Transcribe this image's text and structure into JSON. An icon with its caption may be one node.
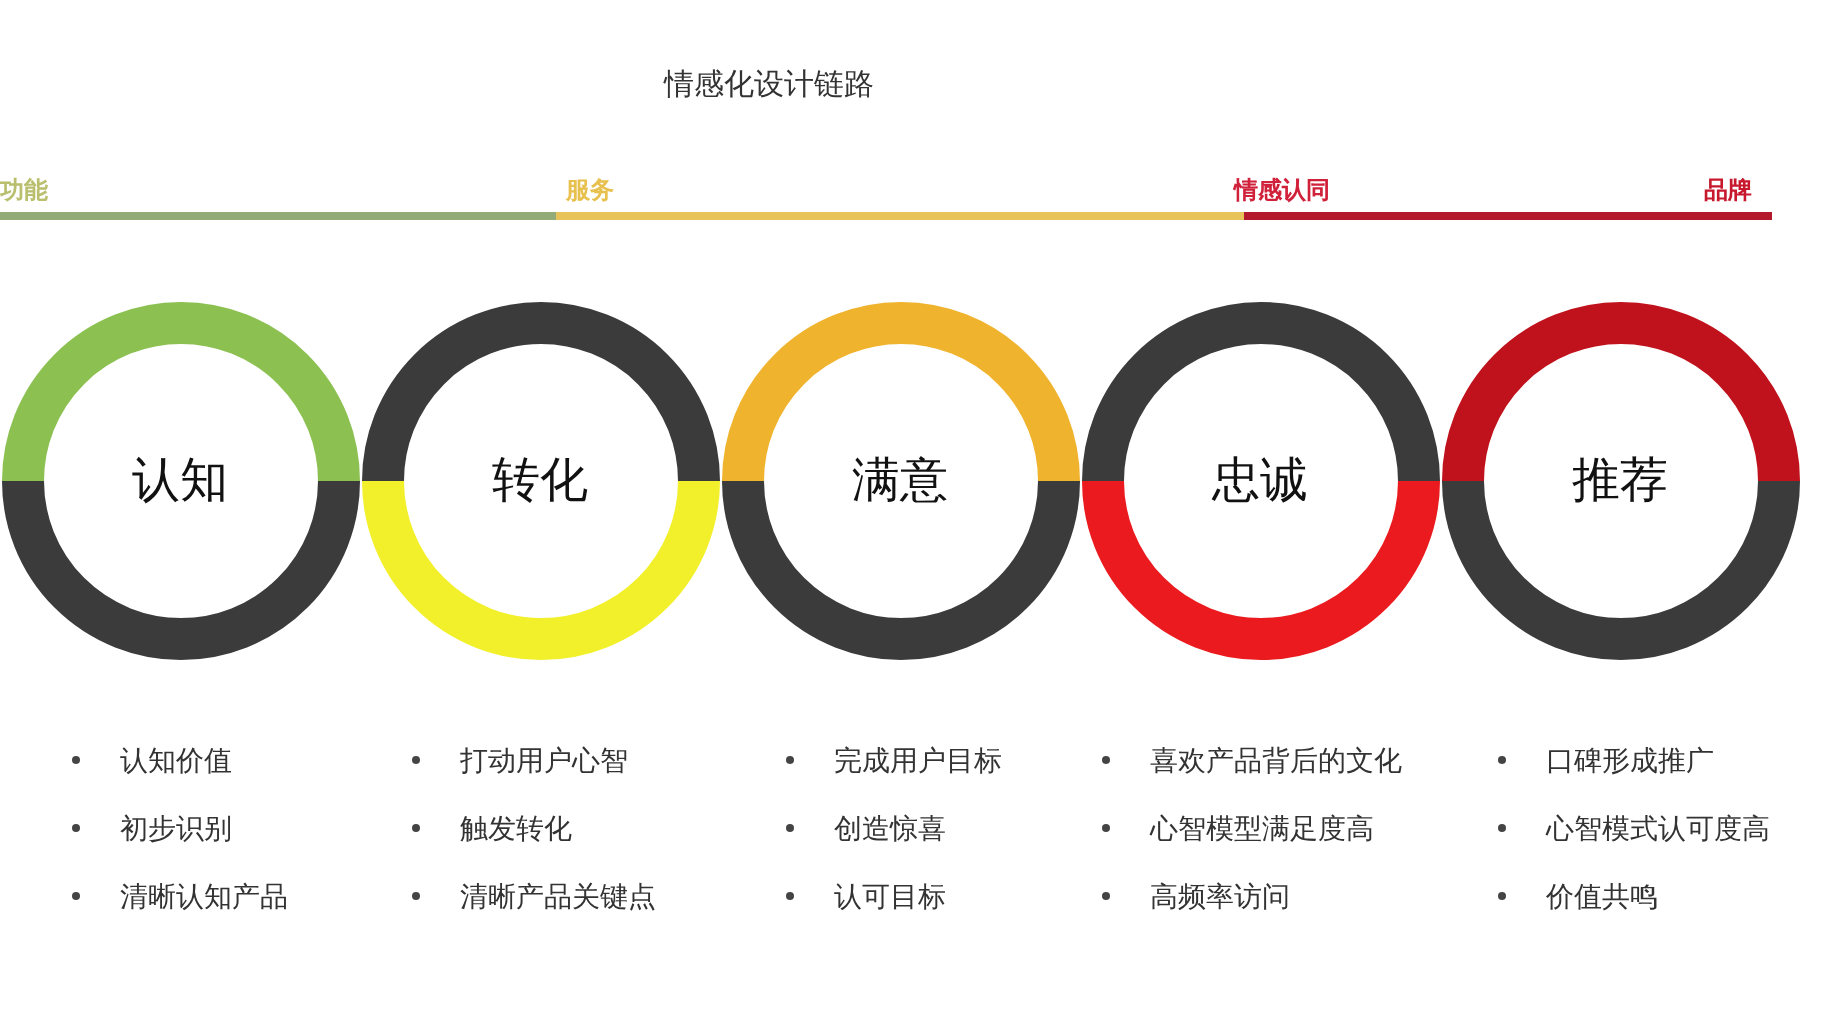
{
  "diagram": {
    "title": "情感化设计链路",
    "nodes": [
      {
        "text": [
          "认知"
        ],
        "beside": [
          "认知价值",
          "初步识别",
          "清晰认知产品"
        ]
      },
      {
        "text": [
          "转化"
        ],
        "beside": [
          "打动用户心智",
          "触发转化",
          "清晰产品关键点"
        ]
      },
      {
        "text": [
          "满意"
        ],
        "beside": [
          "完成用户目标",
          "创造惊喜",
          "认可目标"
        ]
      },
      {
        "text": [
          "忠诚"
        ],
        "beside": [
          "喜欢产品背后的文化",
          "心智模型满足度高",
          "高频率访问"
        ]
      },
      {
        "text": [
          "推荐"
        ],
        "beside": [
          "口碑形成推广",
          "心智模式认可度高",
          "价值共鸣"
        ]
      }
    ],
    "labels": [
      "功能",
      "服务",
      "情感认同",
      "品牌"
    ]
  }
}
